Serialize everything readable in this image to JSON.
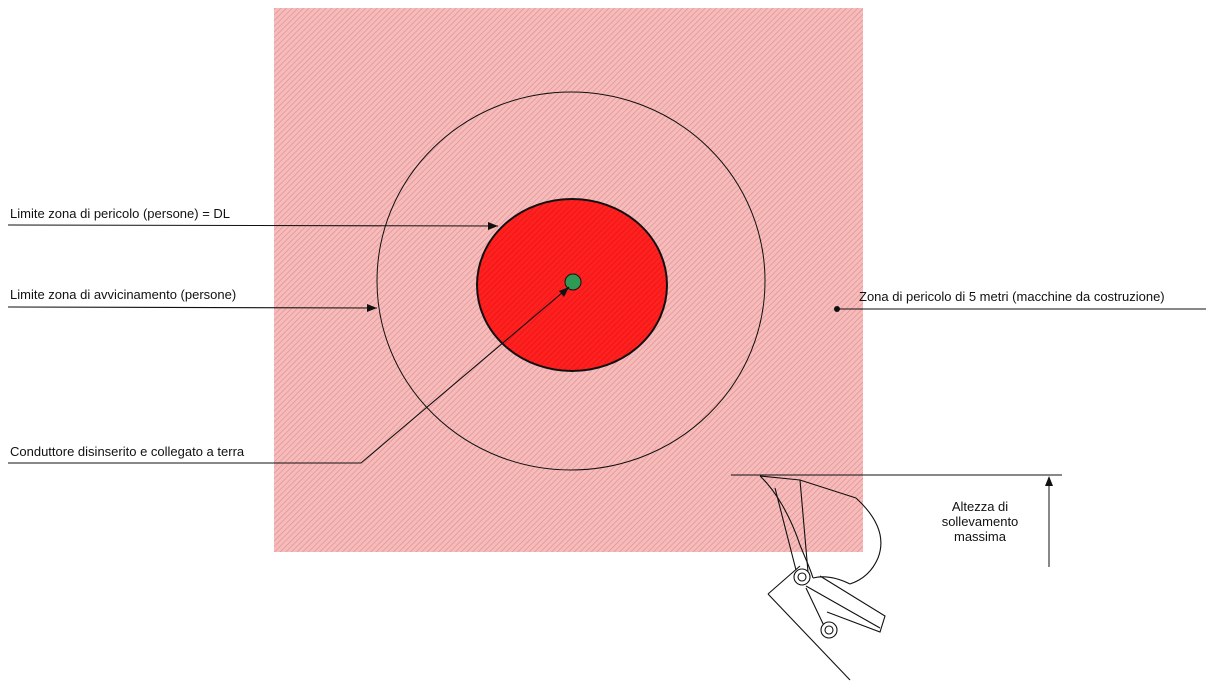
{
  "labels": {
    "danger_limit": "Limite zona di pericolo (persone) = DL",
    "approach_limit": "Limite zona di avvicinamento (persone)",
    "conductor": "Conduttore disinserito e collegato a terra",
    "machine_zone": "Zona di pericolo di 5 metri (macchine da costruzione)",
    "lift_height_line1": "Altezza di",
    "lift_height_line2": "sollevamento",
    "lift_height_line3": "massima"
  },
  "colors": {
    "zone_fill": "#f4b4b4",
    "zone_hatch": "#e08f8f",
    "danger_fill": "#ff1a1a",
    "danger_hatch": "#e01010",
    "conductor": "#2e9a55",
    "line": "#111111"
  }
}
